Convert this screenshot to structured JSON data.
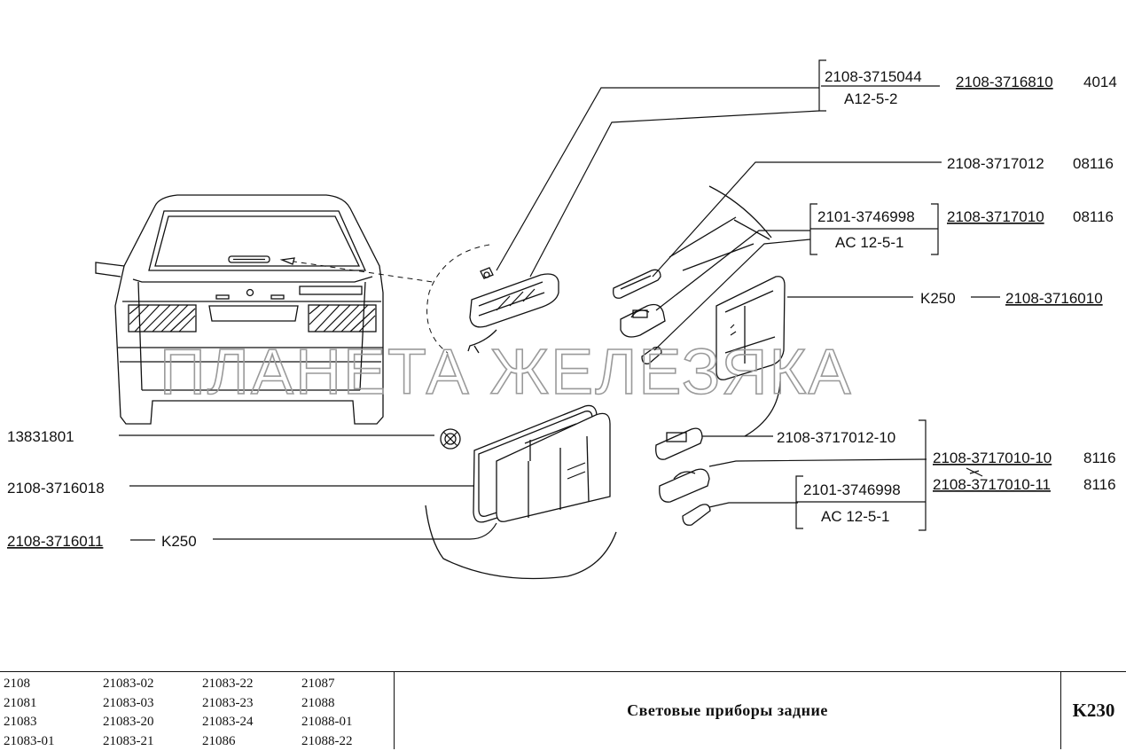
{
  "watermark": "ПЛАНЕТА ЖЕЛЕЗЯКА",
  "labels": {
    "bulb_top": "2108-3715044",
    "bulb_top_lamp": "A12-5-2",
    "high_stop_lamp": "2108-3716810",
    "high_stop_lamp_qty": "4014",
    "plate_lamp_lens": "2108-3717012",
    "plate_lamp_lens_qty": "08116",
    "plate_bulb": "2101-3746998",
    "plate_bulb_lamp": "AC 12-5-1",
    "plate_lamp": "2108-3717010",
    "plate_lamp_qty": "08116",
    "k250_right": "K250",
    "rear_lamp_right": "2108-3716010",
    "grommet": "13831801",
    "gasket": "2108-3716018",
    "rear_lamp_left": "2108-3716011",
    "k250_left": "K250",
    "lens_2": "2108-3717012-10",
    "plate_lamp_10": "2108-3717010-10",
    "plate_lamp_10_qty": "8116",
    "plate_lamp_11": "2108-3717010-11",
    "plate_lamp_11_qty": "8116",
    "bulb_2": "2101-3746998",
    "bulb_2_lamp": "AC 12-5-1"
  },
  "footer": {
    "models": [
      [
        "2108",
        "21081",
        "21083",
        "21083-01"
      ],
      [
        "21083-02",
        "21083-03",
        "21083-20",
        "21083-21"
      ],
      [
        "21083-22",
        "21083-23",
        "21083-24",
        "21086"
      ],
      [
        "21087",
        "21088",
        "21088-01",
        "21088-22"
      ]
    ],
    "title": "Световые приборы задние",
    "code": "K230"
  }
}
